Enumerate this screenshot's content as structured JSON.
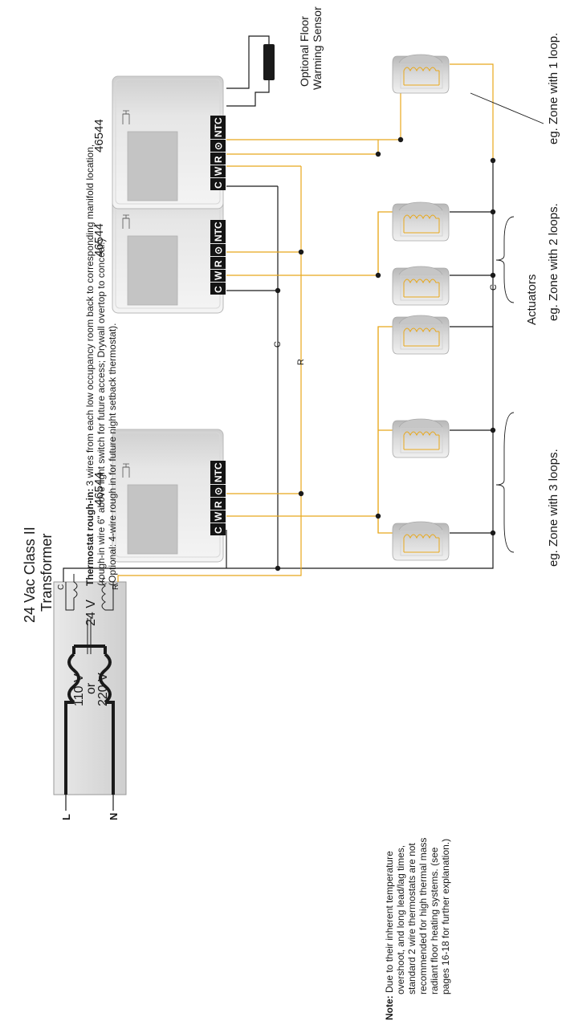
{
  "transformer": {
    "title_line1": "24 Vac Class II",
    "title_line2": "Transformer",
    "primary_v1": "110 V",
    "primary_or": "or",
    "primary_v2": "220 V",
    "secondary_v": "24 V",
    "lead_L": "L",
    "lead_N": "N",
    "tap_C": "C",
    "tap_R": "R"
  },
  "thermostat_note": {
    "bold": "Thermostat rough-in:",
    "line1_rest": " 3 wires from each low occupancy room back to corresponding manifold location,",
    "line2": "(rough-in wire 6\" above light switch for future access; Drywall overtop to conceal!)",
    "line3": "(Optional: 4-wire rough in for future night setback thermostat)."
  },
  "thermostats": [
    {
      "model": "46544",
      "terminals": [
        "C",
        "W",
        "R",
        "⊙",
        "NTC"
      ]
    },
    {
      "model": "46544",
      "terminals": [
        "C",
        "W",
        "R",
        "⊙",
        "NTC"
      ]
    },
    {
      "model": "46544",
      "terminals": [
        "C",
        "W",
        "R",
        "⊙",
        "NTC"
      ]
    }
  ],
  "sensor_label_line1": "Optional Floor",
  "sensor_label_line2": "Warming Sensor",
  "bus_labels": {
    "c": "C",
    "r": "R",
    "actuator_c": "C"
  },
  "actuators_label": "Actuators",
  "zones": [
    {
      "label": "eg. Zone with 3 loops."
    },
    {
      "label": "eg. Zone with 2 loops."
    },
    {
      "label": "eg. Zone with 1 loop."
    }
  ],
  "note": {
    "bold": "Note:",
    "lines": [
      " Due to their inherent temperature",
      "overshoot, and long lead/lag times,",
      "standard 2 wire thermostats are not",
      "recommended for high thermal mass",
      "radiant floor heating systems. (see",
      "pages 16-18 for further explanation.)"
    ]
  },
  "colors": {
    "wire_r": "#e8a81c",
    "wire_c": "#1a1a1a",
    "coil": "#e8a81c",
    "terminal_bg": "#141414"
  }
}
